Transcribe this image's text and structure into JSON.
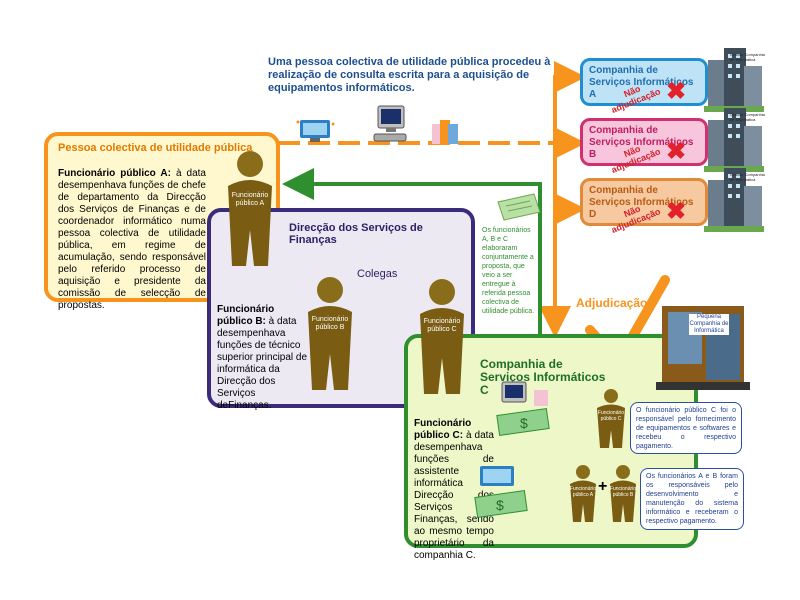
{
  "header": {
    "text": "Uma pessoa colectiva de utilidade pública procedeu à realização de consulta escrita para a aquisição de equipamentos informáticos."
  },
  "pessoa": {
    "title": "Pessoa colectiva de utilidade pública",
    "desc_bold": "Funcionário público A:",
    "desc": " à data desempenhava funções de chefe de departamento da Direcção dos Serviços de Finanças e de coordenador informático numa pessoa colectiva de utilidade pública, em regime de acumulação, sendo responsável pelo referido processo de aquisição e presidente da comissão de selecção de propostas."
  },
  "dsf": {
    "title": "Direcção dos Serviços de Finanças",
    "colegas": "Colegas",
    "desc_bold": "Funcionário público B:",
    "desc": " à data desempenhava funções de técnico superior principal de informática da Direcção dos Serviços deFinanças."
  },
  "figures": {
    "a": "Funcionário público A",
    "b": "Funcionário público B",
    "c": "Funcionário público C",
    "small1": "Funcionário público C",
    "small2": "Funcionário público A",
    "small3": "Funcionário público B"
  },
  "note": {
    "text": "Os funcionários A, B e C elaboraram conjuntamente a proposta, que veio a ser entregue à referida pessoa colectiva de utilidade pública."
  },
  "companies": [
    {
      "name": "Companhia de Serviços Informáticos A",
      "status": "Não adjudicação",
      "tag": "Grande Companhia de Informática"
    },
    {
      "name": "Companhia de Serviços Informáticos B",
      "status": "Não adjudicação",
      "tag": "Grande Companhia de Informática"
    },
    {
      "name": "Companhia de Serviços Informáticos D",
      "status": "Não adjudicação",
      "tag": "Grande Companhia de Informática"
    }
  ],
  "adjudicacao": "Adjudicação",
  "small_company": "Pequena Companhia de Informática",
  "csic": {
    "title": "Companhia de Serviços Informáticos C",
    "desc_bold": "Funcionário público C:",
    "desc": " à data desempenhava funções de assistente de informática da Direcção dos Serviços de Finanças, sendo ao mesmo tempo proprietário da companhia C.",
    "info1": "O funcionário público C foi o responsável pelo fornecimento de equipamentos e softwares e recebeu o respectivo pagamento.",
    "info2": "Os funcionários A e B foram os responsáveis pelo desenvolvimento e manutenção do sistema informático e receberam o respectivo pagamento.",
    "plus": "+"
  },
  "colors": {
    "orange": "#f7941d",
    "purple": "#3c2a7a",
    "green": "#2f8f2f",
    "blue_title": "#1d4f8f",
    "company_a": "#1f8fd0",
    "company_b": "#d1306e",
    "company_d": "#e08a3a"
  }
}
